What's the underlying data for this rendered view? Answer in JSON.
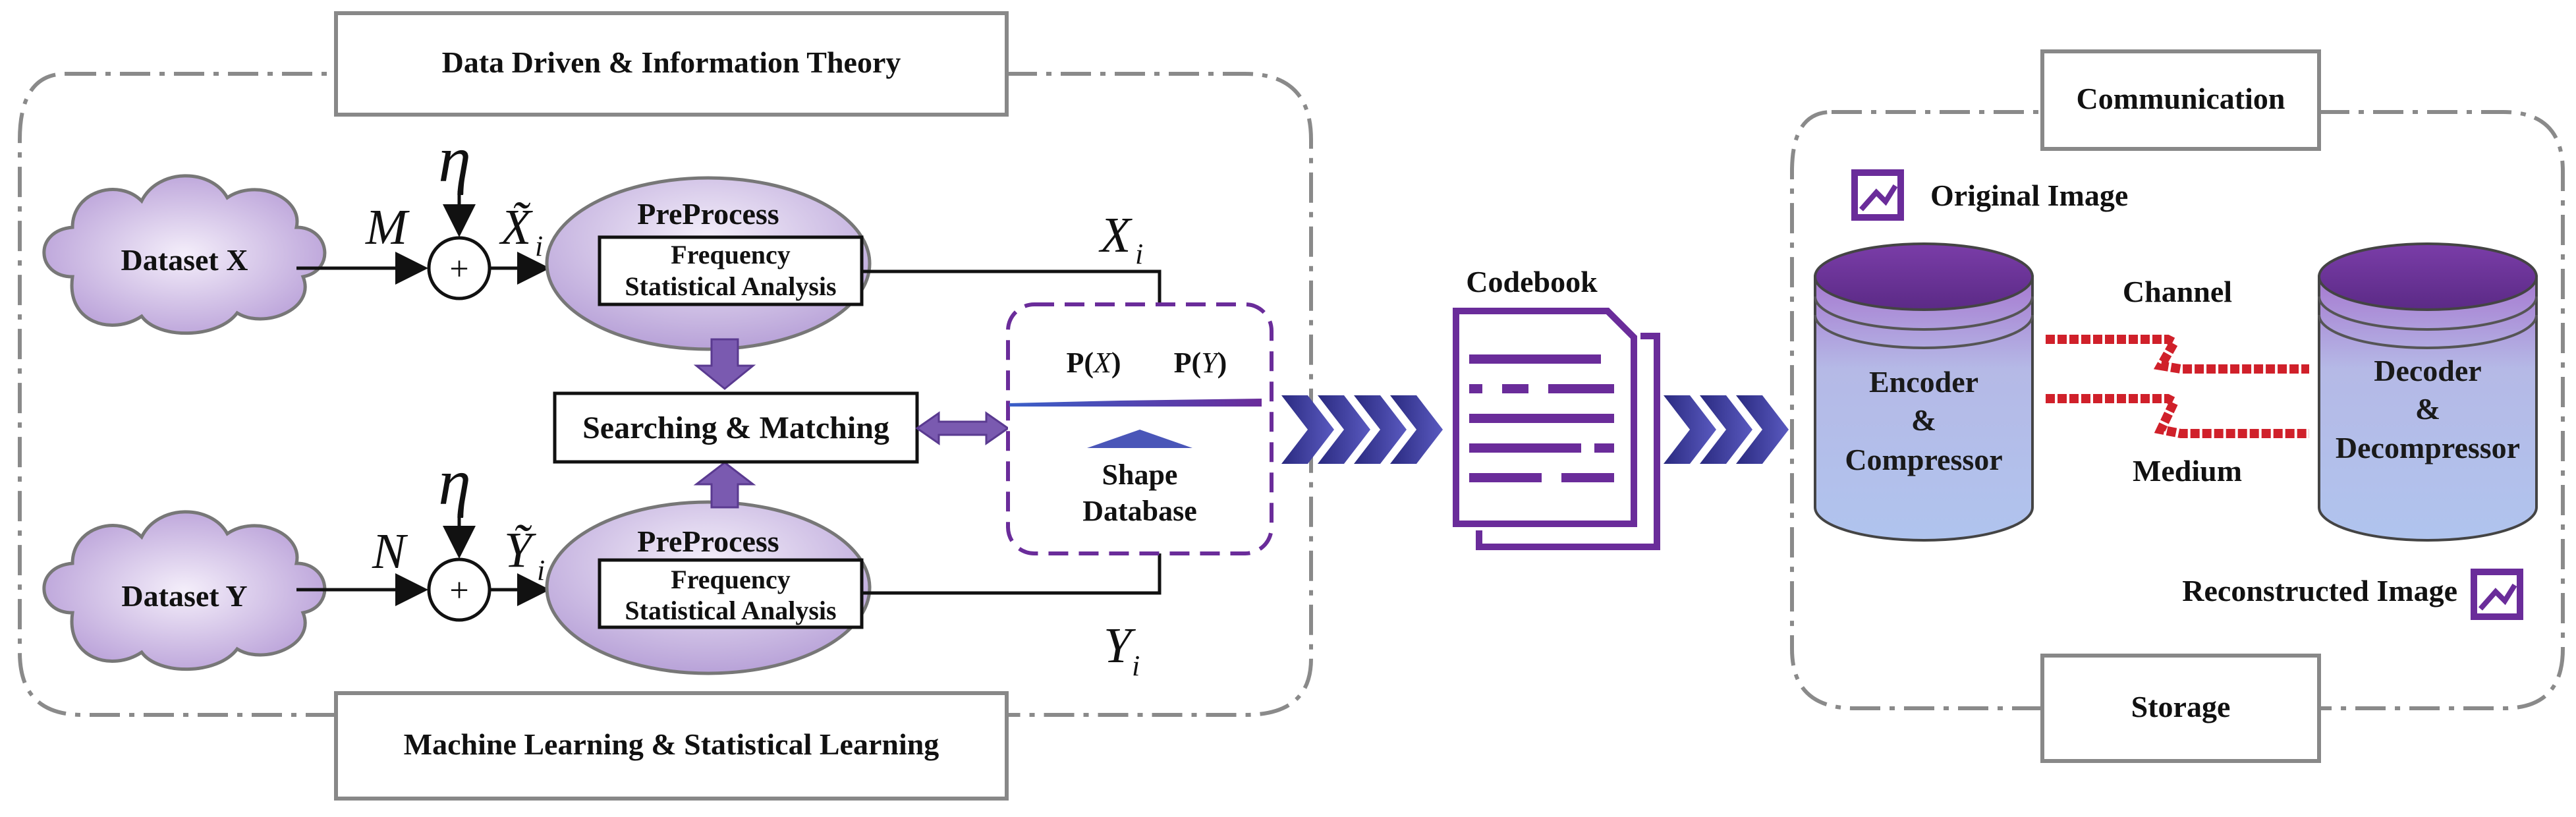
{
  "left_panel": {
    "title_top": "Data Driven & Information Theory",
    "title_bottom": "Machine Learning & Statistical Learning"
  },
  "datasets": {
    "x_label": "Dataset X",
    "y_label": "Dataset Y"
  },
  "symbols": {
    "eta": "η",
    "m": "M",
    "n": "N",
    "plus": "+",
    "x_tilde": "X̃",
    "y_tilde": "Ỹ",
    "x": "X",
    "y": "Y",
    "i": "i"
  },
  "preprocess": {
    "title": "PreProcess",
    "line1": "Frequency",
    "line2": "Statistical Analysis"
  },
  "searching": {
    "label": "Searching & Matching"
  },
  "shape_db": {
    "px_prefix": "P(",
    "px_var": "X",
    "py_var": "Y",
    "suffix": ")",
    "line1": "Shape",
    "line2": "Database"
  },
  "codebook": {
    "label": "Codebook"
  },
  "right_panel": {
    "communication": "Communication",
    "storage": "Storage",
    "original_image": "Original Image",
    "reconstructed_image": "Reconstructed Image",
    "channel": "Channel",
    "medium": "Medium",
    "encoder_1": "Encoder",
    "encoder_2": "&",
    "encoder_3": "Compressor",
    "decoder_1": "Decoder",
    "decoder_2": "&",
    "decoder_3": "Decompressor"
  },
  "colors": {
    "accent_purple": "#6a2c9a",
    "arrow_blue": "#3a3a9a",
    "channel_red": "#d0202a",
    "dash_gray": "#8a8a8a"
  }
}
